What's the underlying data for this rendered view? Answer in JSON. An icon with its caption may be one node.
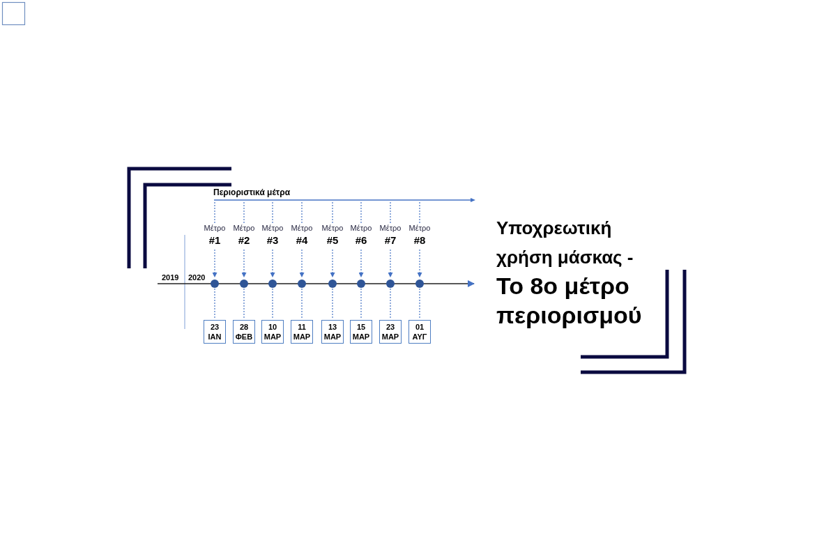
{
  "diagram": {
    "nodes": [
      {
        "text": [
          "Περιοριστικά μέτρα"
        ]
      },
      {
        "text": [
          "Μέτρο",
          "#1"
        ]
      },
      {
        "text": [
          "Μέτρο",
          "#2"
        ]
      },
      {
        "text": [
          "Μέτρο",
          "#3"
        ]
      },
      {
        "text": [
          "Μέτρο",
          "#4"
        ]
      },
      {
        "text": [
          "Μέτρο",
          "#5"
        ]
      },
      {
        "text": [
          "Μέτρο",
          "#6"
        ]
      },
      {
        "text": [
          "Μέτρο",
          "#7"
        ]
      },
      {
        "text": [
          "Μέτρο",
          "#8"
        ]
      },
      {
        "text": [],
        "shape": "circle"
      },
      {
        "text": [],
        "shape": "circle"
      },
      {
        "text": [],
        "shape": "circle"
      },
      {
        "text": [],
        "shape": "circle"
      },
      {
        "text": [],
        "shape": "circle"
      },
      {
        "text": [],
        "shape": "circle"
      },
      {
        "text": [],
        "shape": "circle"
      },
      {
        "text": [],
        "shape": "circle"
      },
      {
        "text": [
          "23 ΙΑΝ"
        ]
      },
      {
        "text": [
          "28 ΦΕΒ"
        ]
      },
      {
        "text": [
          "10 ΜΑΡ"
        ]
      },
      {
        "text": [
          "11 ΜΑΡ"
        ]
      },
      {
        "text": [
          "13 ΜΑΡ"
        ]
      },
      {
        "text": [
          "15 ΜΑΡ"
        ]
      },
      {
        "text": [
          "23 ΜΑΡ"
        ]
      },
      {
        "text": [
          "01 ΑΥΓ"
        ]
      }
    ],
    "edges": [
      {
        "from": 0,
        "to": 1,
        "arrow": "none",
        "style": "dashed"
      },
      {
        "from": 0,
        "to": 2,
        "arrow": "none",
        "style": "dashed"
      },
      {
        "from": 0,
        "to": 3,
        "arrow": "none",
        "style": "dashed"
      },
      {
        "from": 0,
        "to": 4,
        "arrow": "none",
        "style": "dashed"
      },
      {
        "from": 0,
        "to": 5,
        "arrow": "none",
        "style": "dashed"
      },
      {
        "from": 0,
        "to": 6,
        "arrow": "none",
        "style": "dashed"
      },
      {
        "from": 0,
        "to": 7,
        "arrow": "none",
        "style": "dashed"
      },
      {
        "from": 0,
        "to": 8,
        "arrow": "none",
        "style": "dashed"
      },
      {
        "from": 1,
        "to": 9,
        "arrow": "to",
        "style": "dashed"
      },
      {
        "from": 2,
        "to": 10,
        "arrow": "to",
        "style": "dashed"
      },
      {
        "from": 3,
        "to": 11,
        "arrow": "to",
        "style": "dashed"
      },
      {
        "from": 4,
        "to": 12,
        "arrow": "to",
        "style": "dashed"
      },
      {
        "from": 5,
        "to": 13,
        "arrow": "to",
        "style": "dashed"
      },
      {
        "from": 6,
        "to": 14,
        "arrow": "to",
        "style": "dashed"
      },
      {
        "from": 7,
        "to": 15,
        "arrow": "to",
        "style": "dashed"
      },
      {
        "from": 8,
        "to": 16,
        "arrow": "to",
        "style": "dashed"
      },
      {
        "from": 9,
        "to": 17,
        "arrow": "none",
        "style": "dashed"
      },
      {
        "from": 10,
        "to": 18,
        "arrow": "none",
        "style": "dashed"
      },
      {
        "from": 11,
        "to": 19,
        "arrow": "none",
        "style": "dashed"
      },
      {
        "from": 12,
        "to": 20,
        "arrow": "none",
        "style": "dashed"
      },
      {
        "from": 13,
        "to": 21,
        "arrow": "none",
        "style": "dashed"
      },
      {
        "from": 14,
        "to": 22,
        "arrow": "none",
        "style": "dashed"
      },
      {
        "from": 15,
        "to": 23,
        "arrow": "none",
        "style": "dashed"
      },
      {
        "from": 16,
        "to": 24,
        "arrow": "none",
        "style": "dashed"
      }
    ],
    "labels": [
      "2019",
      "2020",
      "Υποχρεωτική χρήση μάσκας -",
      "Το 8ο μέτρο περιορισμού"
    ]
  }
}
